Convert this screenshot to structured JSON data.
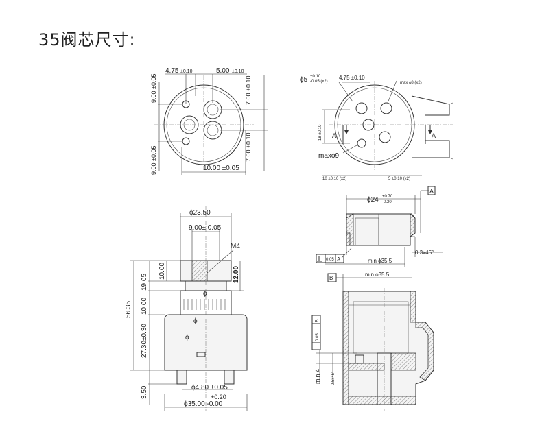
{
  "title": "35阀芯尺寸:",
  "top_left": {
    "d1": "4.75",
    "d1_tol": "±0.10",
    "d2": "5.00",
    "d2_tol": "±0.10",
    "d3": "9.00 ±0.05",
    "d4": "7.00 ±0.10",
    "d5": "9.00 ±0.05",
    "d6": "7.00 ±0.10",
    "d7": "10.00 ±0.05"
  },
  "top_right": {
    "phi5": "ϕ5",
    "phi5_tol_up": "+0.10",
    "phi5_tol_dn": "-0.05 (x2)",
    "d1": "4.75 ±0.10",
    "max8": "max ϕ8 (x2)",
    "d_vert": "18 ±0.10",
    "section_a1": "A",
    "section_a2": "A",
    "max9": "maxϕ9",
    "d_bot1": "10 ±0.10 (x2)",
    "d_bot2": "5 ±0.10 (x2)"
  },
  "bottom_left": {
    "phi23": "ϕ23.50",
    "d900": "9.00± 0.05",
    "m4": "M4",
    "h10": "10.00",
    "h12": "12.00",
    "h1905": "19.05",
    "h5635": "56.35",
    "h1000": "10.00",
    "h2730": "27.30±0.30",
    "h350": "3.50",
    "phi_a": "ϕ",
    "phi_b": "ϕ",
    "phi_c": "ϕ",
    "phi480": "ϕ4.80 ±0.05",
    "phi35_tol": "+0.20",
    "phi35": "ϕ35.00 -0.00"
  },
  "bottom_right": {
    "datum_a": "A",
    "phi24": "ϕ24",
    "phi24_up": "+0.70",
    "phi24_dn": "-0.20",
    "flat": "0.05",
    "flat_ref": "A",
    "min355a": "min ϕ35.5",
    "chamfer": "0.3x45°",
    "datum_b": "B",
    "min355b": "min ϕ35.5",
    "perp": "0.05",
    "perp_ref": "B",
    "min4": "min 4",
    "chamfer2": "0.5x45°"
  }
}
